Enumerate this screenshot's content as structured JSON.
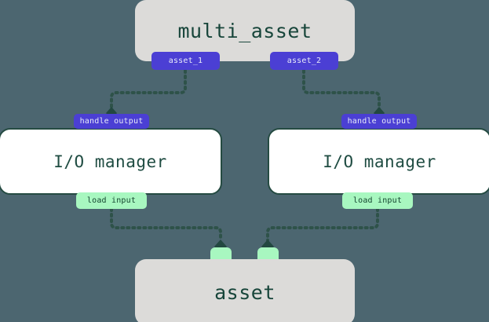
{
  "diagram": {
    "type": "asset-lineage-graph",
    "background_color": "#4c6670",
    "edge_color": "#2e5249",
    "edge_style": "dotted",
    "arrowhead": "diamond"
  },
  "nodes": {
    "multi_asset": {
      "label": "multi_asset",
      "kind": "asset-group",
      "fill": "#dcdbd9",
      "text_color": "#17453a"
    },
    "io_manager_left": {
      "label": "I/O manager",
      "kind": "io-manager",
      "fill": "#ffffff",
      "border": "#254b42",
      "text_color": "#1f4c42"
    },
    "io_manager_right": {
      "label": "I/O manager",
      "kind": "io-manager",
      "fill": "#ffffff",
      "border": "#254b42",
      "text_color": "#1f4c42"
    },
    "asset": {
      "label": "asset",
      "kind": "asset",
      "fill": "#dcdbd9",
      "text_color": "#17453a"
    }
  },
  "ports": {
    "asset_1": {
      "label": "asset_1",
      "type": "output",
      "color": "#4b3fd4"
    },
    "asset_2": {
      "label": "asset_2",
      "type": "output",
      "color": "#4b3fd4"
    },
    "handle_output_left": {
      "label": "handle output",
      "type": "input",
      "color": "#4b3fd4"
    },
    "handle_output_right": {
      "label": "handle output",
      "type": "input",
      "color": "#4b3fd4"
    },
    "load_input_left": {
      "label": "load input",
      "type": "output",
      "color": "#a8f7c0"
    },
    "load_input_right": {
      "label": "load input",
      "type": "output",
      "color": "#a8f7c0"
    },
    "asset_in_left": {
      "label": "",
      "type": "input",
      "color": "#a8f7c0"
    },
    "asset_in_right": {
      "label": "",
      "type": "input",
      "color": "#a8f7c0"
    }
  },
  "edges": [
    {
      "from": "asset_1",
      "to": "handle_output_left"
    },
    {
      "from": "asset_2",
      "to": "handle_output_right"
    },
    {
      "from": "load_input_left",
      "to": "asset_in_left"
    },
    {
      "from": "load_input_right",
      "to": "asset_in_right"
    }
  ]
}
